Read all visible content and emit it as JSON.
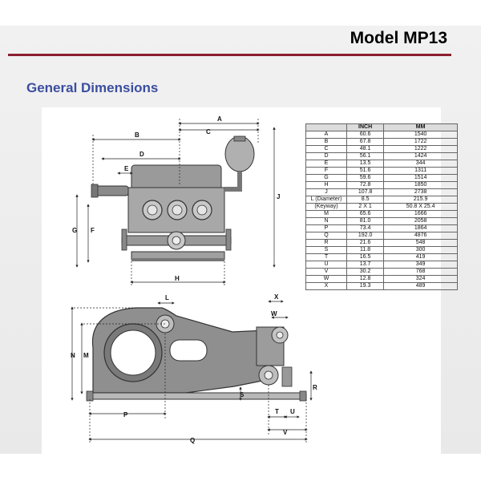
{
  "header": {
    "title": "Model MP13"
  },
  "section": {
    "title": "General Dimensions"
  },
  "table": {
    "columns": [
      "",
      "INCH",
      "MM"
    ],
    "rows": [
      {
        "label": "A",
        "inch": "60.6",
        "mm": "1540"
      },
      {
        "label": "B",
        "inch": "67.8",
        "mm": "1722"
      },
      {
        "label": "C",
        "inch": "48.1",
        "mm": "1222"
      },
      {
        "label": "D",
        "inch": "56.1",
        "mm": "1424"
      },
      {
        "label": "E",
        "inch": "13.5",
        "mm": "344"
      },
      {
        "label": "F",
        "inch": "51.6",
        "mm": "1311"
      },
      {
        "label": "G",
        "inch": "59.6",
        "mm": "1514"
      },
      {
        "label": "H",
        "inch": "72.8",
        "mm": "1850"
      },
      {
        "label": "J",
        "inch": "107.8",
        "mm": "2738"
      },
      {
        "label": "L (Diameter)",
        "inch": "8.5",
        "mm": "215.9"
      },
      {
        "label": "(Keyway)",
        "inch": "2 X 1",
        "mm": "50.8 X 25.4"
      },
      {
        "label": "M",
        "inch": "65.6",
        "mm": "1666"
      },
      {
        "label": "N",
        "inch": "81.0",
        "mm": "2058"
      },
      {
        "label": "P",
        "inch": "73.4",
        "mm": "1864"
      },
      {
        "label": "Q",
        "inch": "192.0",
        "mm": "4876"
      },
      {
        "label": "R",
        "inch": "21.6",
        "mm": "548"
      },
      {
        "label": "S",
        "inch": "11.8",
        "mm": "300"
      },
      {
        "label": "T",
        "inch": "16.5",
        "mm": "419"
      },
      {
        "label": "U",
        "inch": "13.7",
        "mm": "349"
      },
      {
        "label": "V",
        "inch": "30.2",
        "mm": "768"
      },
      {
        "label": "W",
        "inch": "12.8",
        "mm": "324"
      },
      {
        "label": "X",
        "inch": "19.3",
        "mm": "489"
      }
    ]
  },
  "drawing_labels": {
    "a": "A",
    "b": "B",
    "c": "C",
    "d": "D",
    "e": "E",
    "f": "F",
    "g": "G",
    "h": "H",
    "j": "J",
    "l": "L",
    "m": "M",
    "n": "N",
    "p": "P",
    "q": "Q",
    "r": "R",
    "s": "S",
    "t": "T",
    "u": "U",
    "v": "V",
    "w": "W",
    "x": "X"
  },
  "colors": {
    "accent_rule": "#8c1f2f",
    "section_title": "#3b4ea0",
    "pump_gray": "#8f8f8f"
  }
}
